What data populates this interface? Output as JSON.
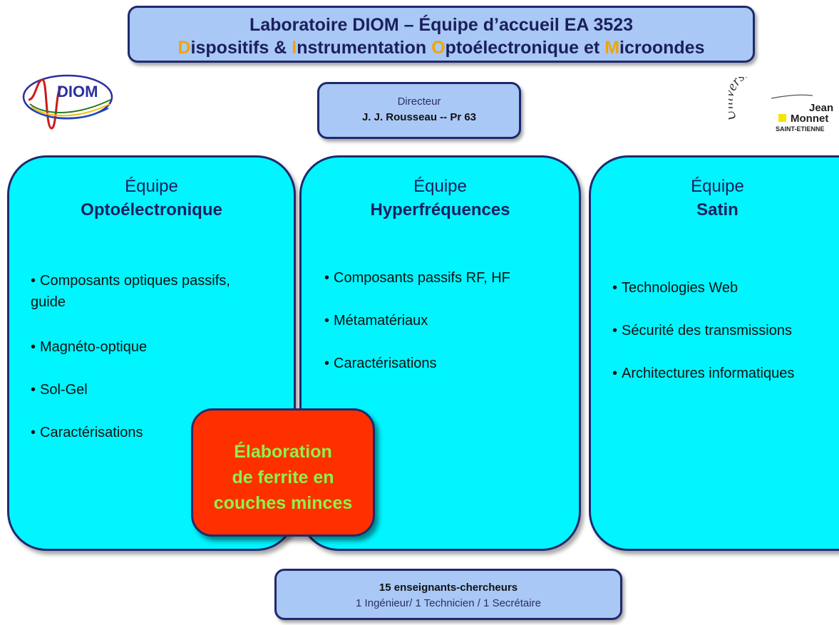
{
  "header": {
    "line1": "Laboratoire DIOM – Équipe d’accueil EA 3523",
    "line2_parts": [
      {
        "initial": "D",
        "rest": "ispositifs & "
      },
      {
        "initial": "I",
        "rest": "nstrumentation "
      },
      {
        "initial": "O",
        "rest": "ptoélectronique et "
      },
      {
        "initial": "M",
        "rest": "icroondes"
      }
    ]
  },
  "logos": {
    "left": {
      "text": "DIOM"
    },
    "right": {
      "arc": "Université",
      "line1": "Jean",
      "line2": "Monnet",
      "line3": "SAINT-ETIENNE"
    }
  },
  "director": {
    "title": "Directeur",
    "name": "J. J. Rousseau -- Pr 63"
  },
  "teams": [
    {
      "label": "Équipe",
      "name": "Optoélectronique",
      "items": [
        "Composants optiques passifs, guide",
        "Magnéto-optique",
        "Sol-Gel",
        "Caractérisations"
      ]
    },
    {
      "label": "Équipe",
      "name": "Hyperfréquences",
      "items": [
        "Composants passifs RF, HF",
        "Métamatériaux",
        "Caractérisations"
      ]
    },
    {
      "label": "Équipe",
      "name": "Satin",
      "items": [
        "Technologies Web",
        "Sécurité des transmissions",
        "Architectures informatiques"
      ]
    }
  ],
  "center_box": {
    "lines": [
      "Élaboration",
      "de ferrite en",
      "couches minces"
    ]
  },
  "staff": {
    "line1": "15 enseignants-chercheurs",
    "line2": "1 Ingénieur/ 1 Technicien / 1 Secrétaire"
  },
  "colors": {
    "banner_fill": "#a9c8f5",
    "border": "#1f2a6e",
    "team_fill": "#00f5ff",
    "center_fill": "#ff3000",
    "center_text": "#8cf24a",
    "accent_initial": "#f0a500"
  }
}
